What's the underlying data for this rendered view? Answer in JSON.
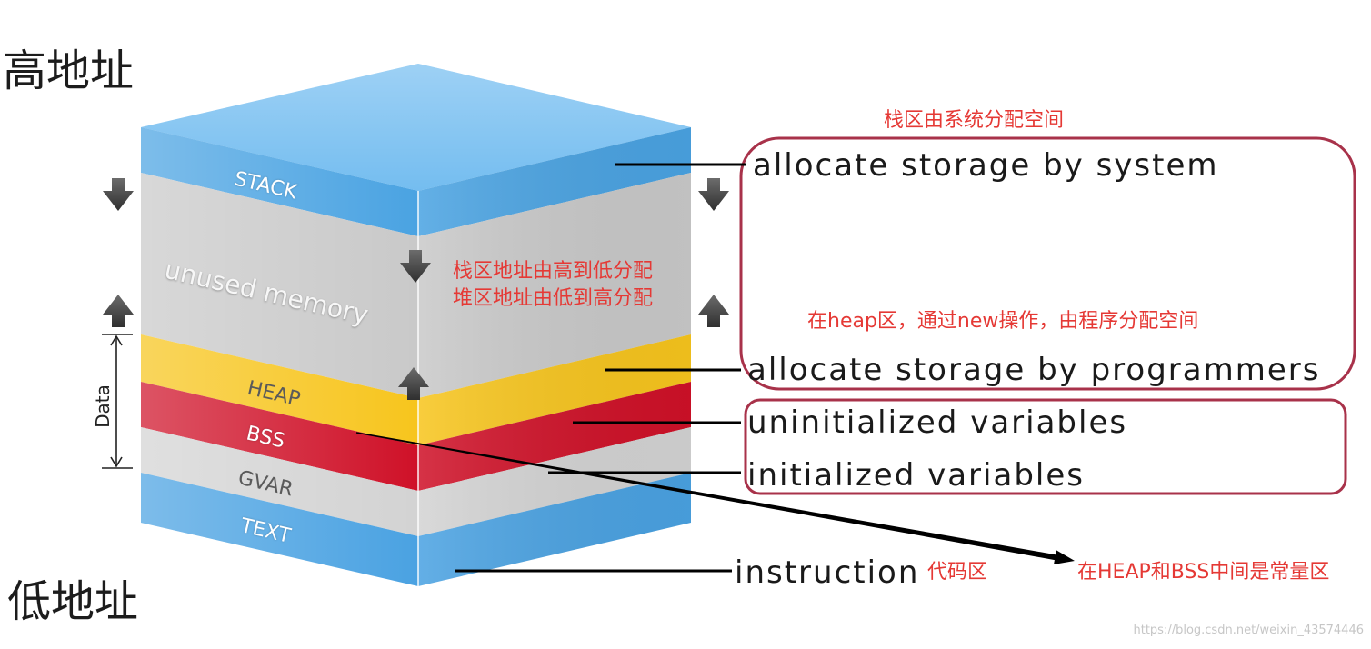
{
  "labels": {
    "high_address": "高地址",
    "low_address": "低地址"
  },
  "segments": {
    "stack": "STACK",
    "unused": "unused memory",
    "heap": "HEAP",
    "bss": "BSS",
    "gvar": "GVAR",
    "text": "TEXT"
  },
  "data_bracket": "Data",
  "descriptions": {
    "stack": "allocate storage by system",
    "heap": "allocate storage by programmers",
    "bss": "uninitialized variables",
    "gvar": "initialized variables",
    "text": "instruction"
  },
  "annotations": {
    "stack_note": "栈区由系统分配空间",
    "stack_direction": "栈区地址由高到低分配",
    "heap_direction": "堆区地址由低到高分配",
    "heap_note": "在heap区，通过new操作，由程序分配空间",
    "text_note": "代码区",
    "const_note": "在HEAP和BSS中间是常量区"
  },
  "watermark": "https://blog.csdn.net/weixin_43574446",
  "colors": {
    "stack": "#4aa3e2",
    "stack_top": "#74bdf0",
    "unused": "#c9c9c9",
    "heap": "#f7c51d",
    "bss": "#cf1128",
    "gvar": "#d3d3d3",
    "text": "#4aa2e2",
    "annotation": "#e53935",
    "box_border": "#a8324a"
  }
}
